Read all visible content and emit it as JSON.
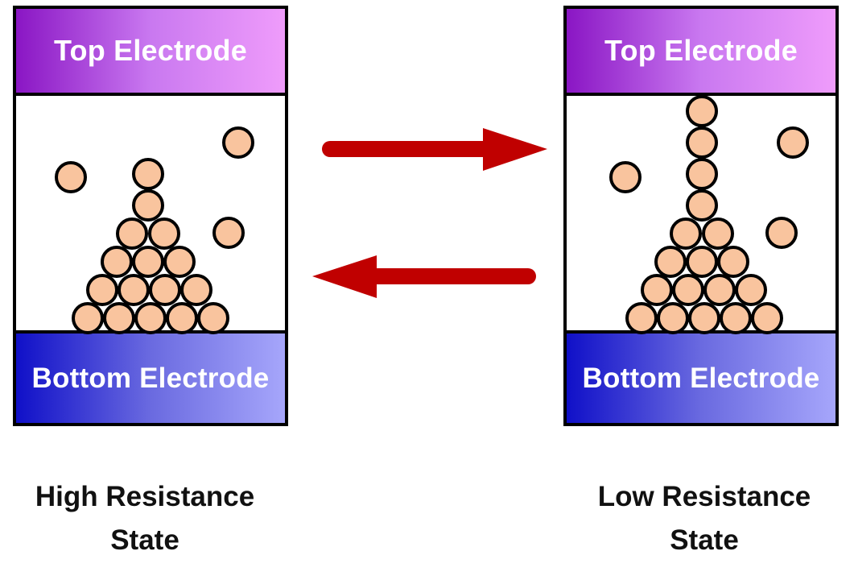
{
  "cells": {
    "left": {
      "top_electrode": "Top Electrode",
      "bottom_electrode": "Bottom Electrode",
      "state": "High Resistance State"
    },
    "right": {
      "top_electrode": "Top Electrode",
      "bottom_electrode": "Bottom Electrode",
      "state": "Low Resistance State"
    }
  },
  "colors": {
    "ion_fill": "#f9c49e",
    "ion_stroke": "#000000",
    "arrow": "#c00000",
    "top_electrode_gradient": [
      "#8a16c4",
      "#ef9cfb"
    ],
    "bottom_electrode_gradient": [
      "#1010c8",
      "#a6a6fb"
    ]
  }
}
